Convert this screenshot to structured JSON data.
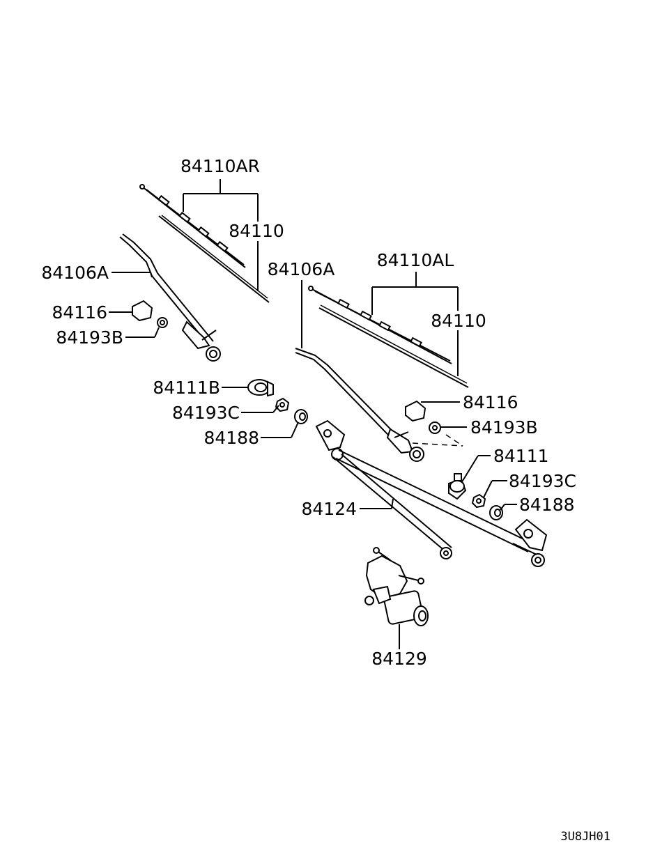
{
  "labels": {
    "blade_assy_r": "84110AR",
    "blade_r": "84110",
    "arm_r": "84106A",
    "cap_r": "84116",
    "nut_r": "84193B",
    "blade_assy_l": "84110AL",
    "arm_l": "84106A",
    "blade_l": "84110",
    "pivot_r": "84111B",
    "nut_c_r": "84193C",
    "bushing_r": "84188",
    "cap_l": "84116",
    "nut_l": "84193B",
    "pivot_l": "84111",
    "nut_c_l": "84193C",
    "bushing_l": "84188",
    "linkage": "84124",
    "motor": "84129"
  },
  "diagram_code": "3U8JH01"
}
